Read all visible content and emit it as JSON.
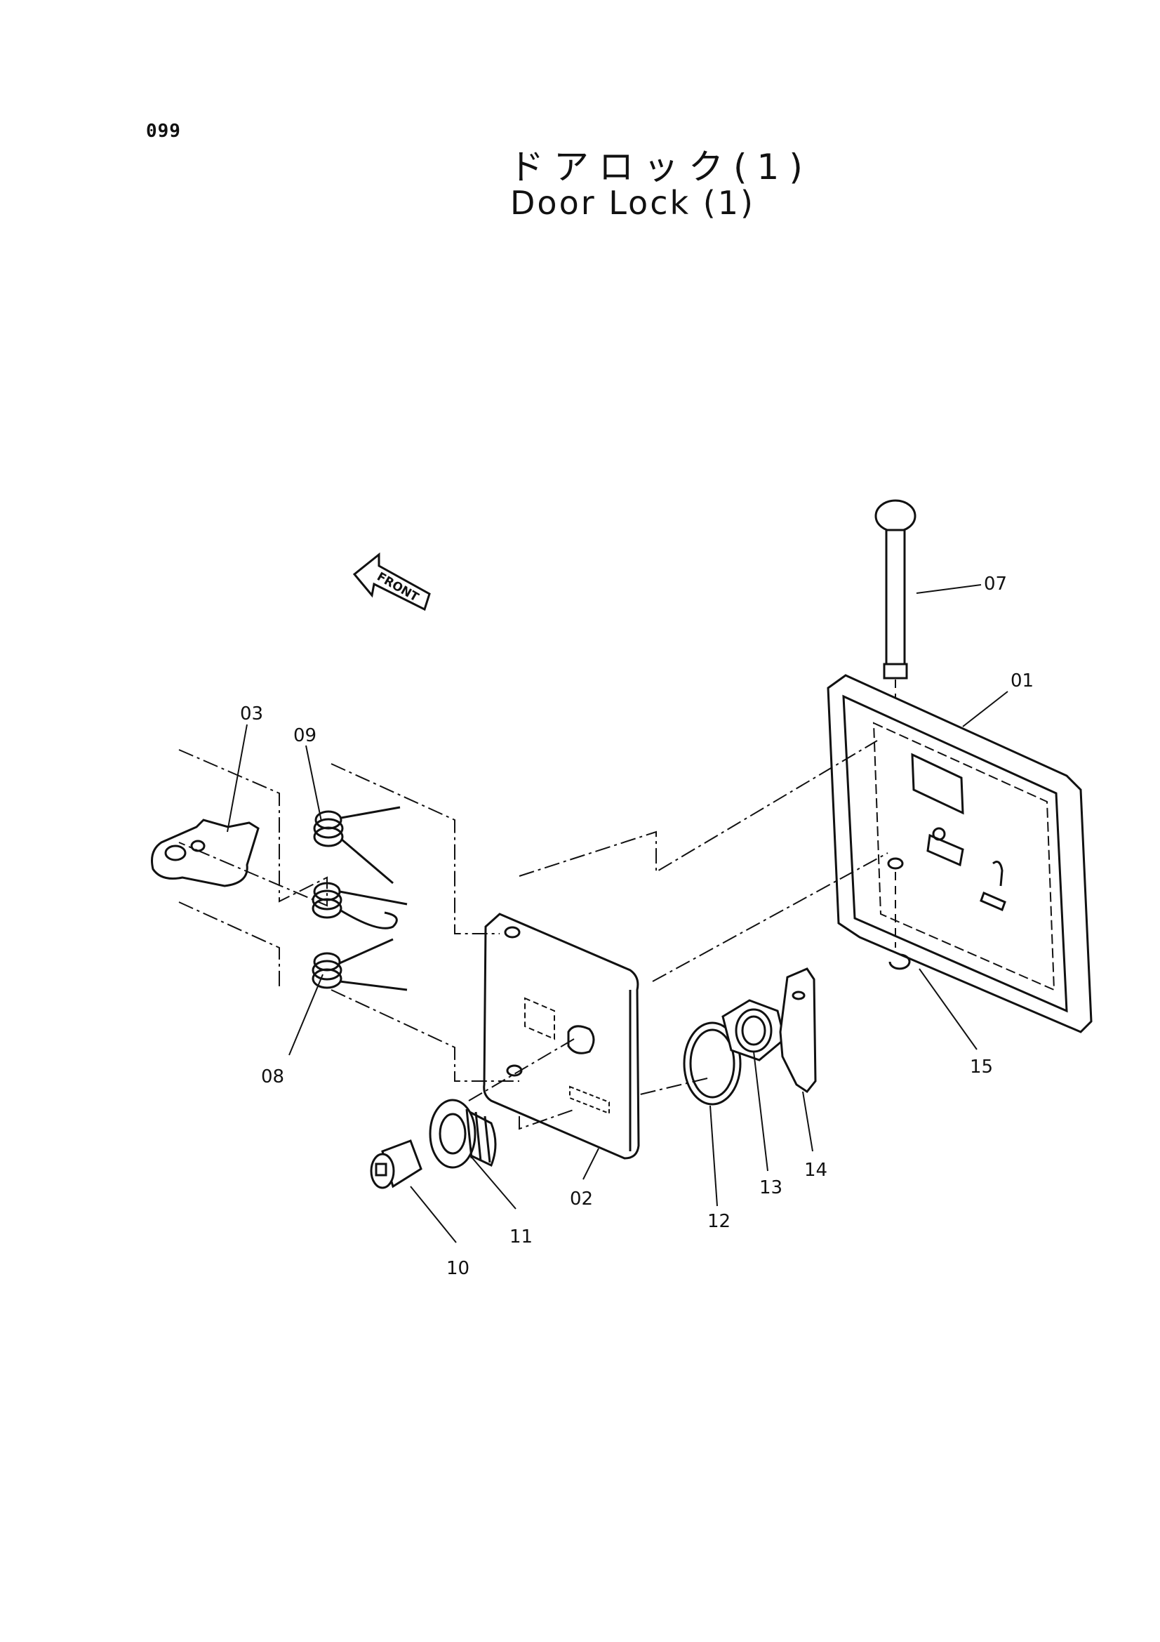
{
  "page_code": "099",
  "title_jp": "ドアロック(1)",
  "title_en": "Door Lock (1)",
  "front_label": "FRONT",
  "callouts": {
    "p01": "01",
    "p02": "02",
    "p03": "03",
    "p07": "07",
    "p08": "08",
    "p09": "09",
    "p10": "10",
    "p11": "11",
    "p12": "12",
    "p13": "13",
    "p14": "14",
    "p15": "15"
  }
}
